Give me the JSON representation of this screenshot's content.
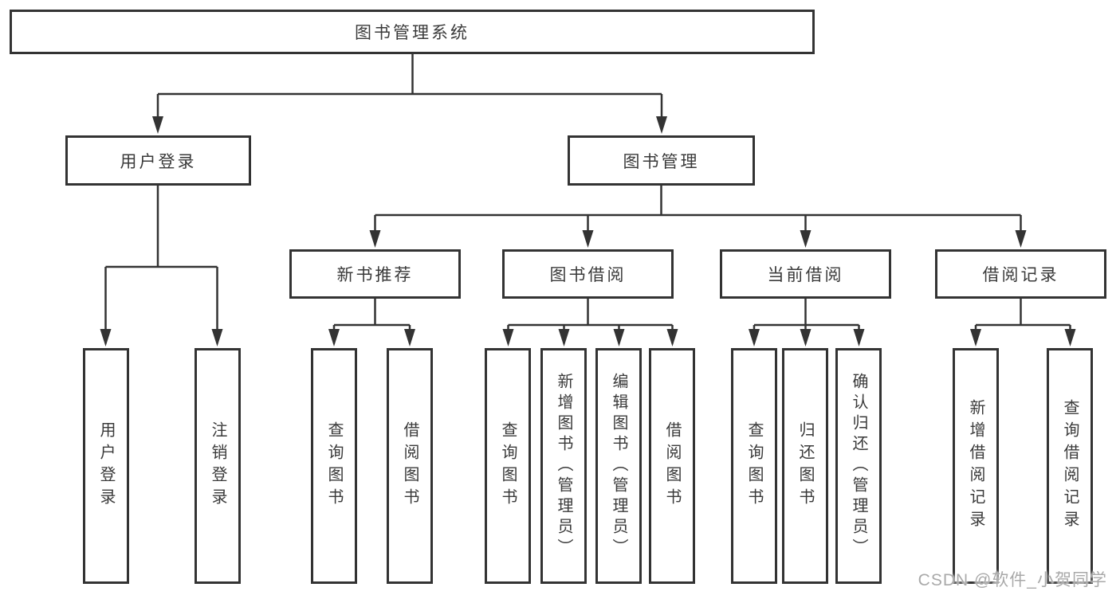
{
  "tree": {
    "root": {
      "label": "图书管理系统"
    },
    "branches": [
      {
        "label": "用户登录",
        "children": [
          {
            "label": "用户登录"
          },
          {
            "label": "注销登录"
          }
        ]
      },
      {
        "label": "图书管理",
        "sections": [
          {
            "label": "新书推荐",
            "children": [
              {
                "label": "查询图书"
              },
              {
                "label": "借阅图书"
              }
            ]
          },
          {
            "label": "图书借阅",
            "children": [
              {
                "label": "查询图书"
              },
              {
                "label": "新增图书（管理员）"
              },
              {
                "label": "编辑图书（管理员）"
              },
              {
                "label": "借阅图书"
              }
            ]
          },
          {
            "label": "当前借阅",
            "children": [
              {
                "label": "查询图书"
              },
              {
                "label": "归还图书"
              },
              {
                "label": "确认归还（管理员）"
              }
            ]
          },
          {
            "label": "借阅记录",
            "children": [
              {
                "label": "新增借阅记录"
              },
              {
                "label": "查询借阅记录"
              }
            ]
          }
        ]
      }
    ]
  },
  "watermark": {
    "text": "CSDN @软件_小贺同学"
  },
  "colors": {
    "line": "#333333",
    "box_border": "#333333",
    "text": "#3a3a3a",
    "watermark": "#a9a9a9",
    "background": "#ffffff"
  }
}
